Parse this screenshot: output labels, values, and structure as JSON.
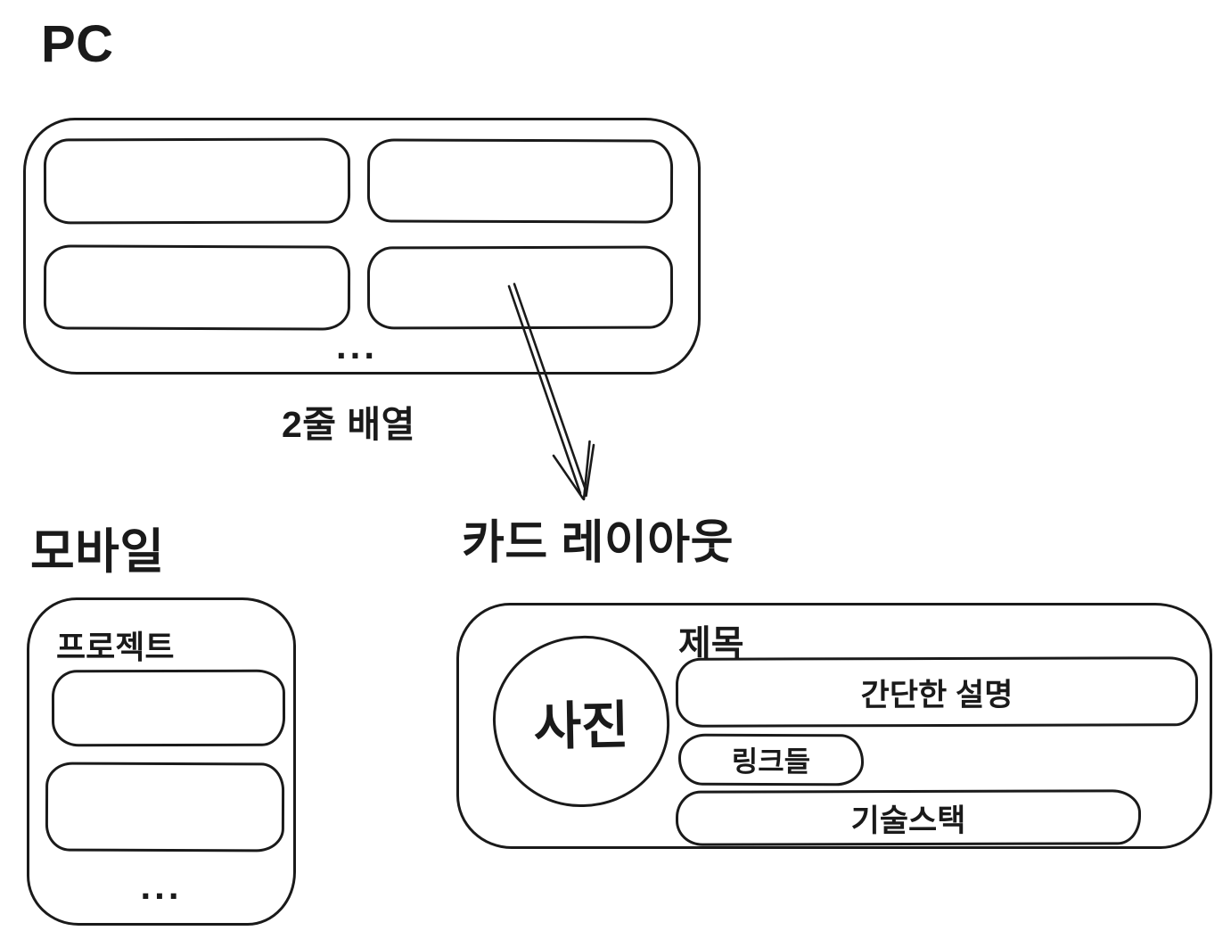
{
  "page": {
    "background": "#ffffff",
    "ink_color": "#1a1a1a"
  },
  "pc": {
    "title": "PC",
    "ellipsis": "...",
    "caption": "2줄 배열"
  },
  "mobile": {
    "title": "모바일",
    "label": "프로젝트",
    "ellipsis": "..."
  },
  "card": {
    "title": "카드 레이아웃",
    "photo_label": "사진",
    "heading_label": "제목",
    "description_label": "간단한 설명",
    "links_label": "링크들",
    "tech_stack_label": "기술스택"
  }
}
